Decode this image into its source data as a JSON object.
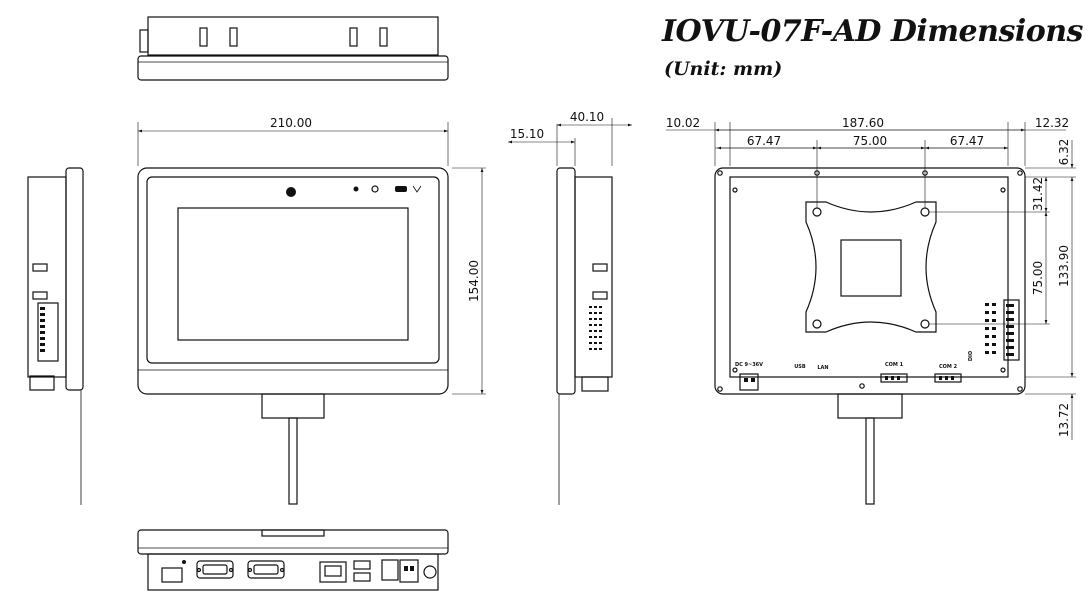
{
  "title": "IOVU-07F-AD Dimensions",
  "unit_note": "(Unit: mm)",
  "dimensions": {
    "front_width": "210.00",
    "front_height": "154.00",
    "side_depth": "40.10",
    "side_bezel": "15.10",
    "rear_left_offset": "10.02",
    "rear_hole_span": "187.60",
    "rear_right_offset": "12.32",
    "rear_seg_left": "67.47",
    "rear_seg_mid": "75.00",
    "rear_seg_right": "67.47",
    "rear_top_offset": "6.32",
    "rear_vesa_top": "31.42",
    "rear_vesa_height": "75.00",
    "rear_hole_height": "133.90",
    "rear_bottom_offset": "13.72"
  },
  "rear_labels": {
    "power": "DC 9~36V",
    "usb": "USB",
    "lan": "LAN",
    "com1": "COM 1",
    "com2": "COM 2",
    "dio": "DIO"
  },
  "colors": {
    "line": "#111111",
    "fill": "#9a9a9a"
  }
}
